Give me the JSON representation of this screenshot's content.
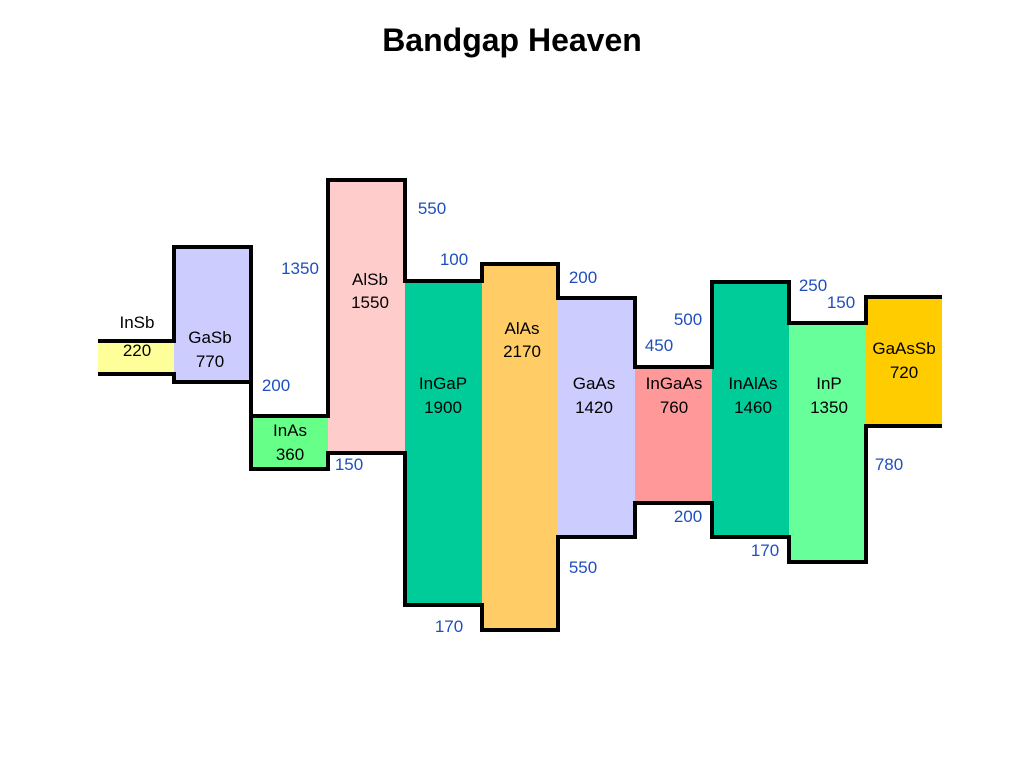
{
  "title": "Bandgap Heaven",
  "colors": {
    "outline": "#000000",
    "offset_label": "#1f4fbf"
  },
  "materials": [
    {
      "name": "InSb",
      "gap": "220",
      "fill": "#ffff99"
    },
    {
      "name": "GaSb",
      "gap": "770",
      "fill": "#ccccff"
    },
    {
      "name": "InAs",
      "gap": "360",
      "fill": "#66ff88"
    },
    {
      "name": "AlSb",
      "gap": "1550",
      "fill": "#ffcccc"
    },
    {
      "name": "InGaP",
      "gap": "1900",
      "fill": "#00cc99"
    },
    {
      "name": "AlAs",
      "gap": "2170",
      "fill": "#ffcc66"
    },
    {
      "name": "GaAs",
      "gap": "1420",
      "fill": "#ccccff"
    },
    {
      "name": "InGaAs",
      "gap": "760",
      "fill": "#ff9999"
    },
    {
      "name": "InAlAs",
      "gap": "1460",
      "fill": "#00cc99"
    },
    {
      "name": "InP",
      "gap": "1350",
      "fill": "#66ff99"
    },
    {
      "name": "GaAsSb",
      "gap": "720",
      "fill": "#ffcc00"
    }
  ],
  "offsets": [
    "1350",
    "200",
    "550",
    "150",
    "100",
    "170",
    "200",
    "550",
    "500",
    "450",
    "200",
    "250",
    "150",
    "170",
    "780"
  ]
}
